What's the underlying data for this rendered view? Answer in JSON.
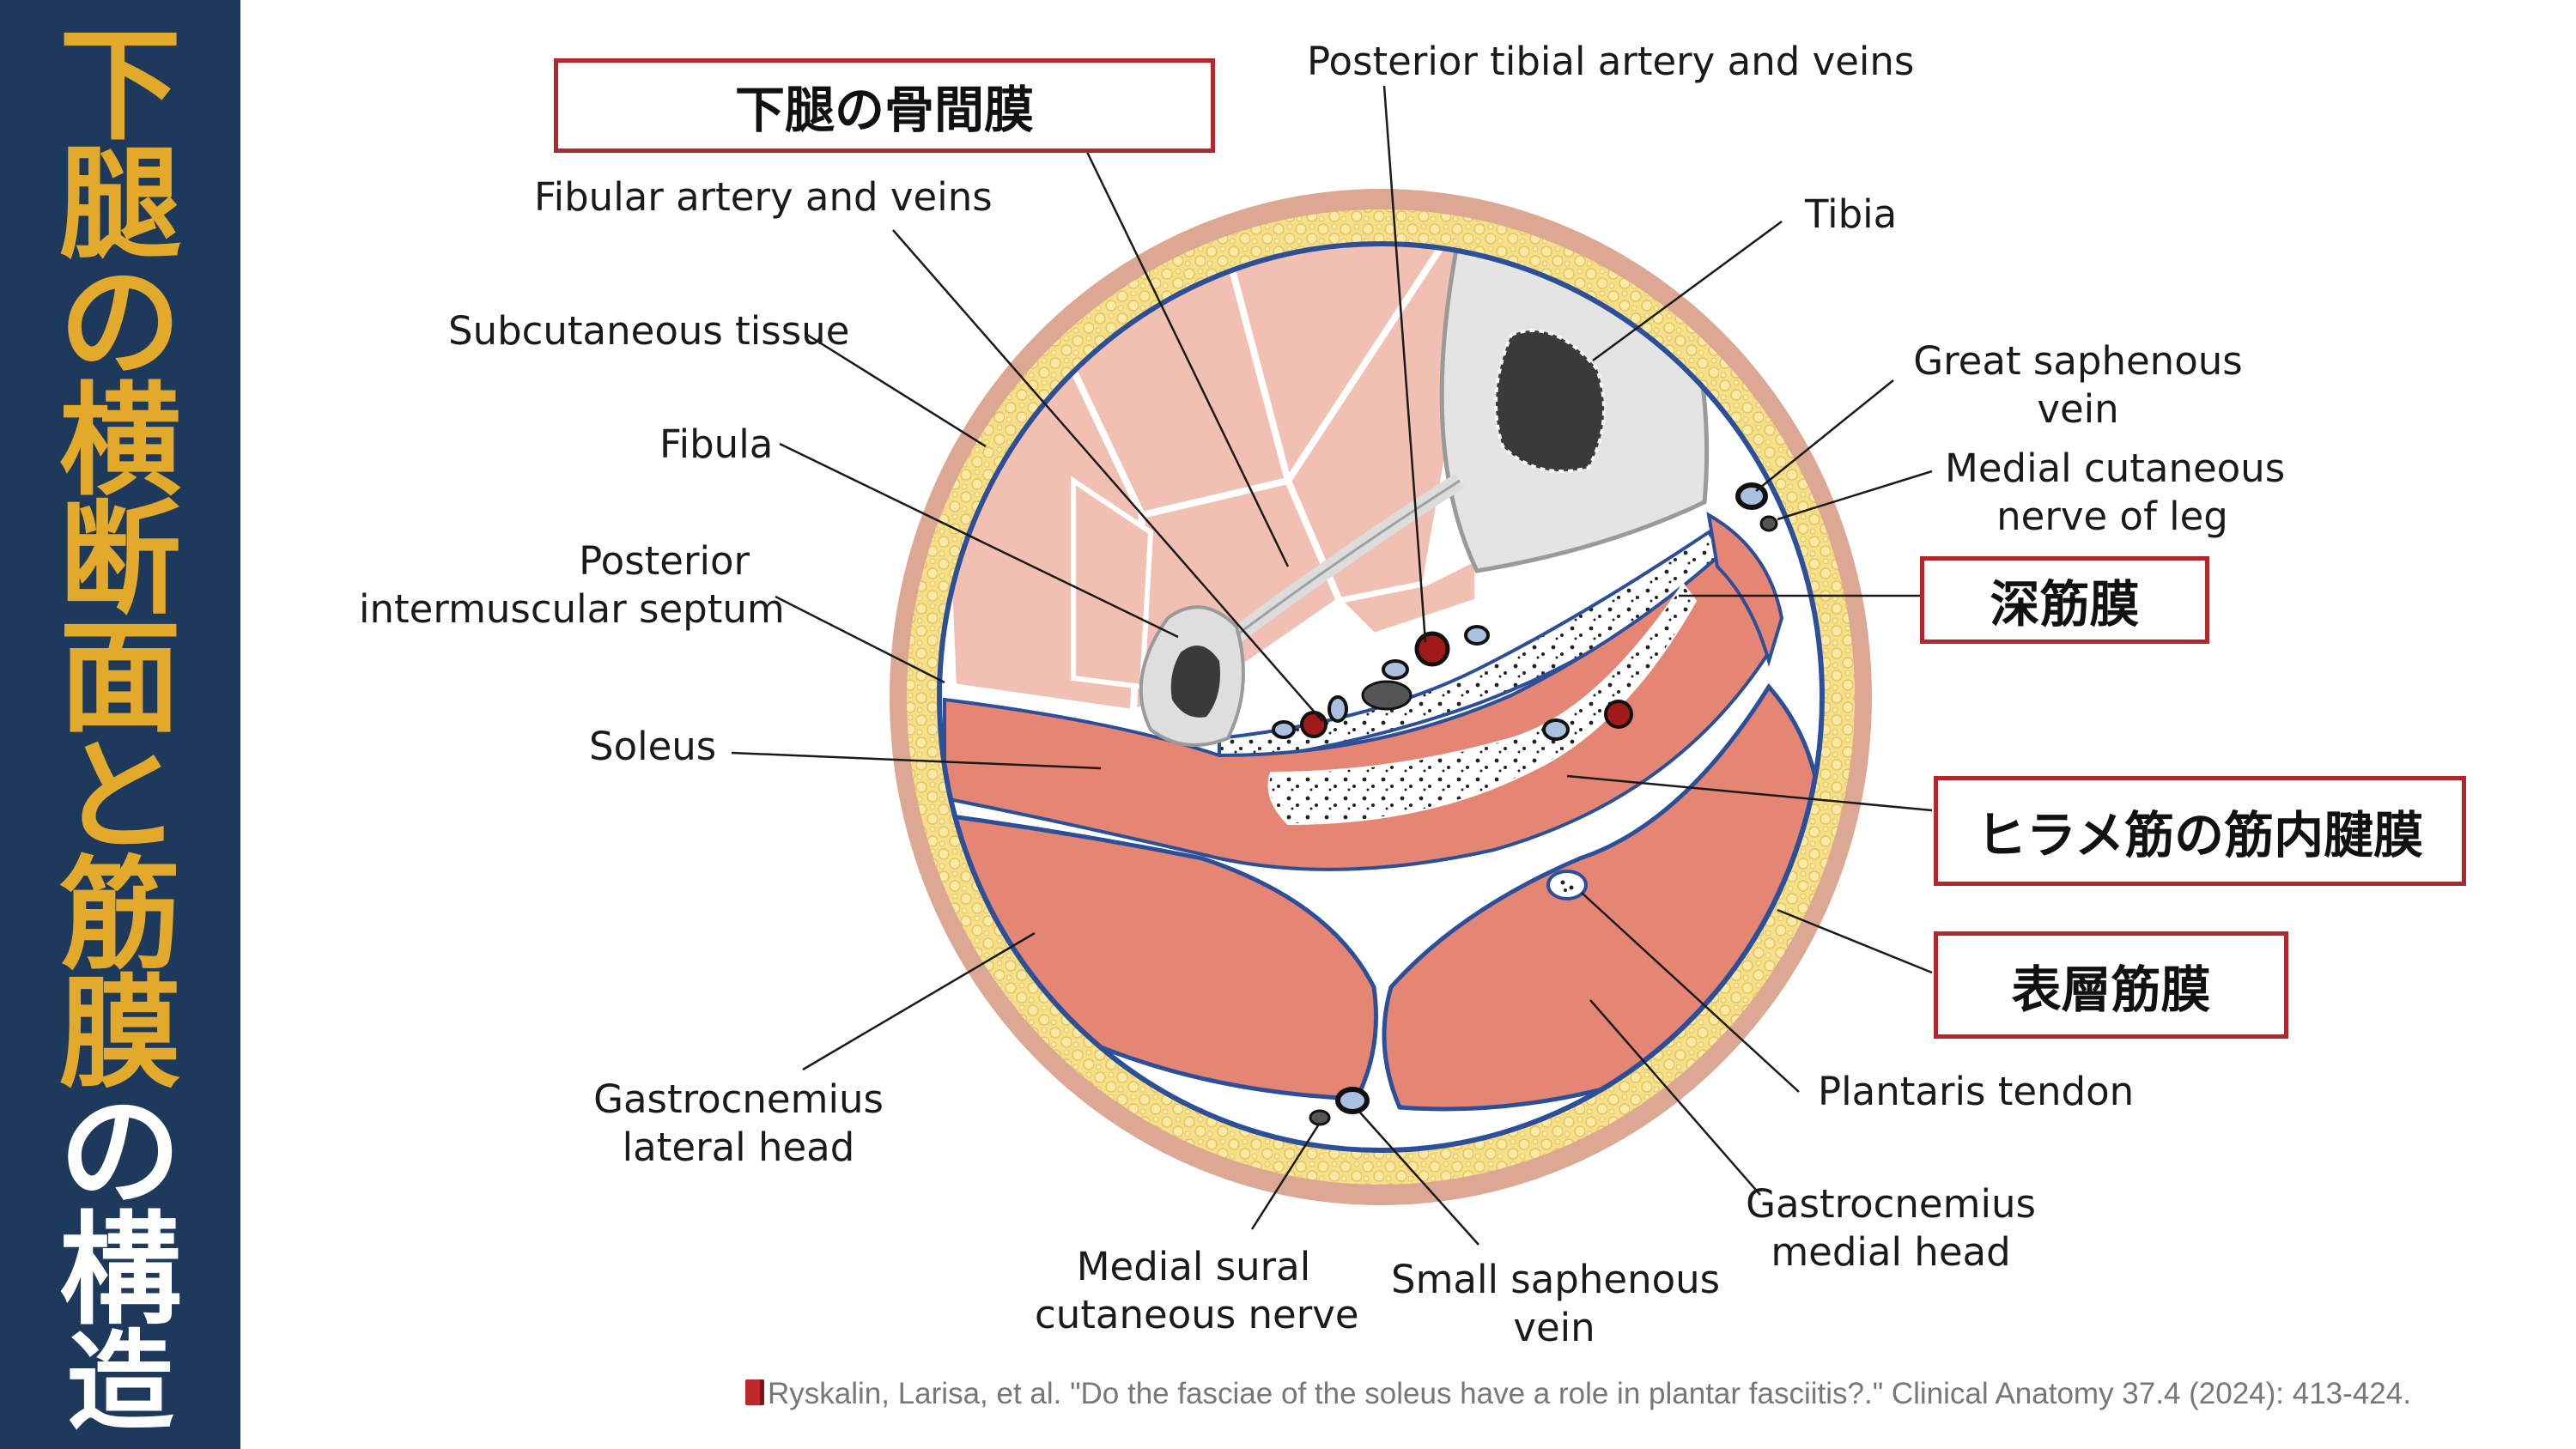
{
  "sidebar": {
    "title_chars": [
      {
        "ch": "下",
        "color": "gold"
      },
      {
        "ch": "腿",
        "color": "gold"
      },
      {
        "ch": "の",
        "color": "gold"
      },
      {
        "ch": "横",
        "color": "gold"
      },
      {
        "ch": "断",
        "color": "gold"
      },
      {
        "ch": "面",
        "color": "gold"
      },
      {
        "ch": "と",
        "color": "gold"
      },
      {
        "ch": "筋",
        "color": "gold"
      },
      {
        "ch": "膜",
        "color": "gold"
      },
      {
        "ch": "の",
        "color": "white"
      },
      {
        "ch": "構",
        "color": "white"
      },
      {
        "ch": "造",
        "color": "white"
      }
    ]
  },
  "highlights": {
    "interosseous": "下腿の骨間膜",
    "deep_fascia": "深筋膜",
    "soleus_tendon": "ヒラメ筋の筋内腱膜",
    "superficial_fascia": "表層筋膜"
  },
  "labels": {
    "posterior_tibial": "Posterior tibial artery and veins",
    "fibular_artery": "Fibular artery and veins",
    "tibia": "Tibia",
    "subcutaneous": "Subcutaneous tissue",
    "great_saphenous": [
      "Great saphenous",
      "vein"
    ],
    "fibula": "Fibula",
    "medial_cutaneous": [
      "Medial cutaneous",
      "nerve of leg"
    ],
    "posterior_septum": [
      "Posterior",
      "intermuscular septum"
    ],
    "soleus": "Soleus",
    "gastro_lateral": [
      "Gastrocnemius",
      "lateral head"
    ],
    "plantaris": "Plantaris tendon",
    "gastro_medial": [
      "Gastrocnemius",
      "medial head"
    ],
    "medial_sural": [
      "Medial sural",
      "cutaneous nerve"
    ],
    "small_saphenous": [
      "Small saphenous",
      "vein"
    ]
  },
  "citation": "Ryskalin, Larisa, et al. \"Do the fasciae of the soleus have a role in plantar fasciitis?.\" Clinical Anatomy 37.4 (2024): 413-424.",
  "colors": {
    "sidebar_bg": "#1d3a5c",
    "title_gold": "#e3a92a",
    "box_border": "#b3262c",
    "skin": "#dca894",
    "fat": "#f5df8a",
    "anterior_muscle": "#f2bfb3",
    "posterior_muscle": "#e58573",
    "fascia": "#2c4f9a",
    "bone": "#e4e4e4",
    "marrow": "#3a3a3a"
  }
}
